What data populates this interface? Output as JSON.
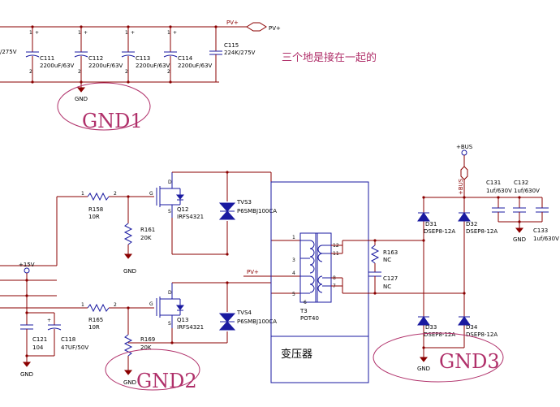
{
  "annotations": {
    "note": "三个地是接在一起的",
    "gnd1": "GND1",
    "gnd2": "GND2",
    "gnd3": "GND3",
    "transformer": "变压器"
  },
  "nets": {
    "pv_plus": "PV+",
    "pv_plus_port": "PV+",
    "bus_plus": "+BUS",
    "bus_wire": "+BUS",
    "v15": "+15V",
    "gnd": "GND"
  },
  "components": {
    "c_left_partial": "/275V",
    "c111": {
      "ref": "C111",
      "value": "2200uF/63V"
    },
    "c112": {
      "ref": "C112",
      "value": "2200uF/63V"
    },
    "c113": {
      "ref": "C113",
      "value": "2200uF/63V"
    },
    "c114": {
      "ref": "C114",
      "value": "2200uF/63V"
    },
    "c115": {
      "ref": "C115",
      "value": "224K/275V"
    },
    "r158": {
      "ref": "R158",
      "value": "10R"
    },
    "r161": {
      "ref": "R161",
      "value": "20K"
    },
    "q12": {
      "ref": "Q12",
      "value": "IRFS4321"
    },
    "tvs3": {
      "ref": "TVS3",
      "value": "P6SMBJ100CA"
    },
    "r165": {
      "ref": "R165",
      "value": "10R"
    },
    "r169": {
      "ref": "R169",
      "value": "20K"
    },
    "q13": {
      "ref": "Q13",
      "value": "IRFS4321"
    },
    "tvs4": {
      "ref": "TVS4",
      "value": "P6SMBJ100CA"
    },
    "c121": {
      "ref": "C121",
      "value": "104"
    },
    "c118": {
      "ref": "C118",
      "value": "47UF/50V"
    },
    "t3": {
      "ref": "T3",
      "value": "POT40"
    },
    "r163": {
      "ref": "R163",
      "value": "NC"
    },
    "c127": {
      "ref": "C127",
      "value": "NC"
    },
    "d31": {
      "ref": "D31",
      "value": "DSEP8-12A"
    },
    "d32": {
      "ref": "D32",
      "value": "DSEP8-12A"
    },
    "d33": {
      "ref": "D33",
      "value": "DSEP8-12A"
    },
    "d34": {
      "ref": "D34",
      "value": "DSEP8-12A"
    },
    "c131": {
      "ref": "C131",
      "value": "1uf/630V"
    },
    "c132": {
      "ref": "C132",
      "value": "1uf/630V"
    },
    "c133": {
      "ref": "C133",
      "value": "1uf/630V"
    }
  },
  "pins": {
    "one": "1",
    "two": "2",
    "three": "3",
    "four": "4",
    "five": "5",
    "six": "6",
    "seven": "7",
    "eight": "8",
    "eleven": "11",
    "twelve": "12",
    "plus": "+",
    "g": "G",
    "s": "S",
    "d": "D"
  }
}
